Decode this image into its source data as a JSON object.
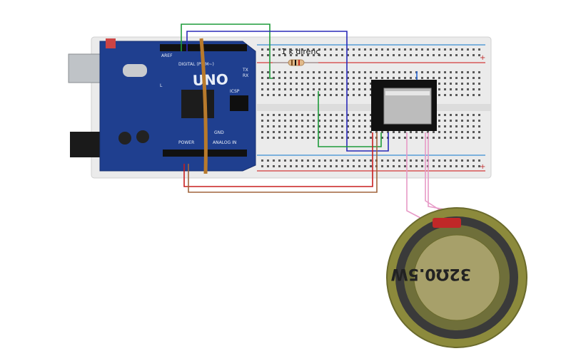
{
  "resistor": {
    "label": "1 k direnç"
  },
  "arduino": {
    "model_label": "UNO",
    "digital_label": "DIGITAL (PWM~)",
    "power_label": "POWER",
    "analog_label": "ANALOG IN",
    "icsp_label": "ICSP",
    "led_label": "L",
    "tx_label": "TX",
    "rx_label": "RX",
    "aref_label": "AREF",
    "gnd_label": "GND"
  },
  "speaker": {
    "marking": "32Ω0.5W"
  },
  "breadboard": {
    "plus_sign": "+"
  },
  "colors": {
    "board_blue": "#1f3f8f",
    "breadboard": "#ececec",
    "wire_green": "#1d9b3a",
    "wire_blue": "#2a2ab8",
    "wire_red": "#c81e1e",
    "wire_brown": "#a0643c",
    "wire_pink": "#e79ac7",
    "rail_red": "#d23a3a",
    "rail_blue": "#3a8ed2",
    "speaker_rim": "#8c8a3c"
  }
}
